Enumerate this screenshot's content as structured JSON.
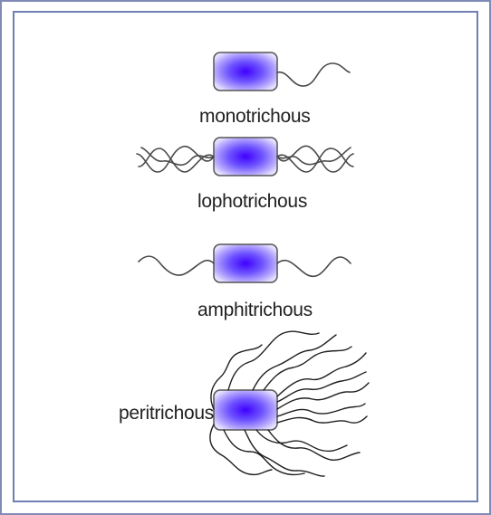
{
  "diagram": {
    "labels": {
      "monotrichous": "monotrichous",
      "lophotrichous": "lophotrichous",
      "amphitrichous": "amphitrichous",
      "peritrichous": "peritrichous"
    },
    "colors": {
      "cell_center": "#3f00ff",
      "cell_edge": "#d9ccff",
      "border": "#6f7fb3"
    }
  }
}
